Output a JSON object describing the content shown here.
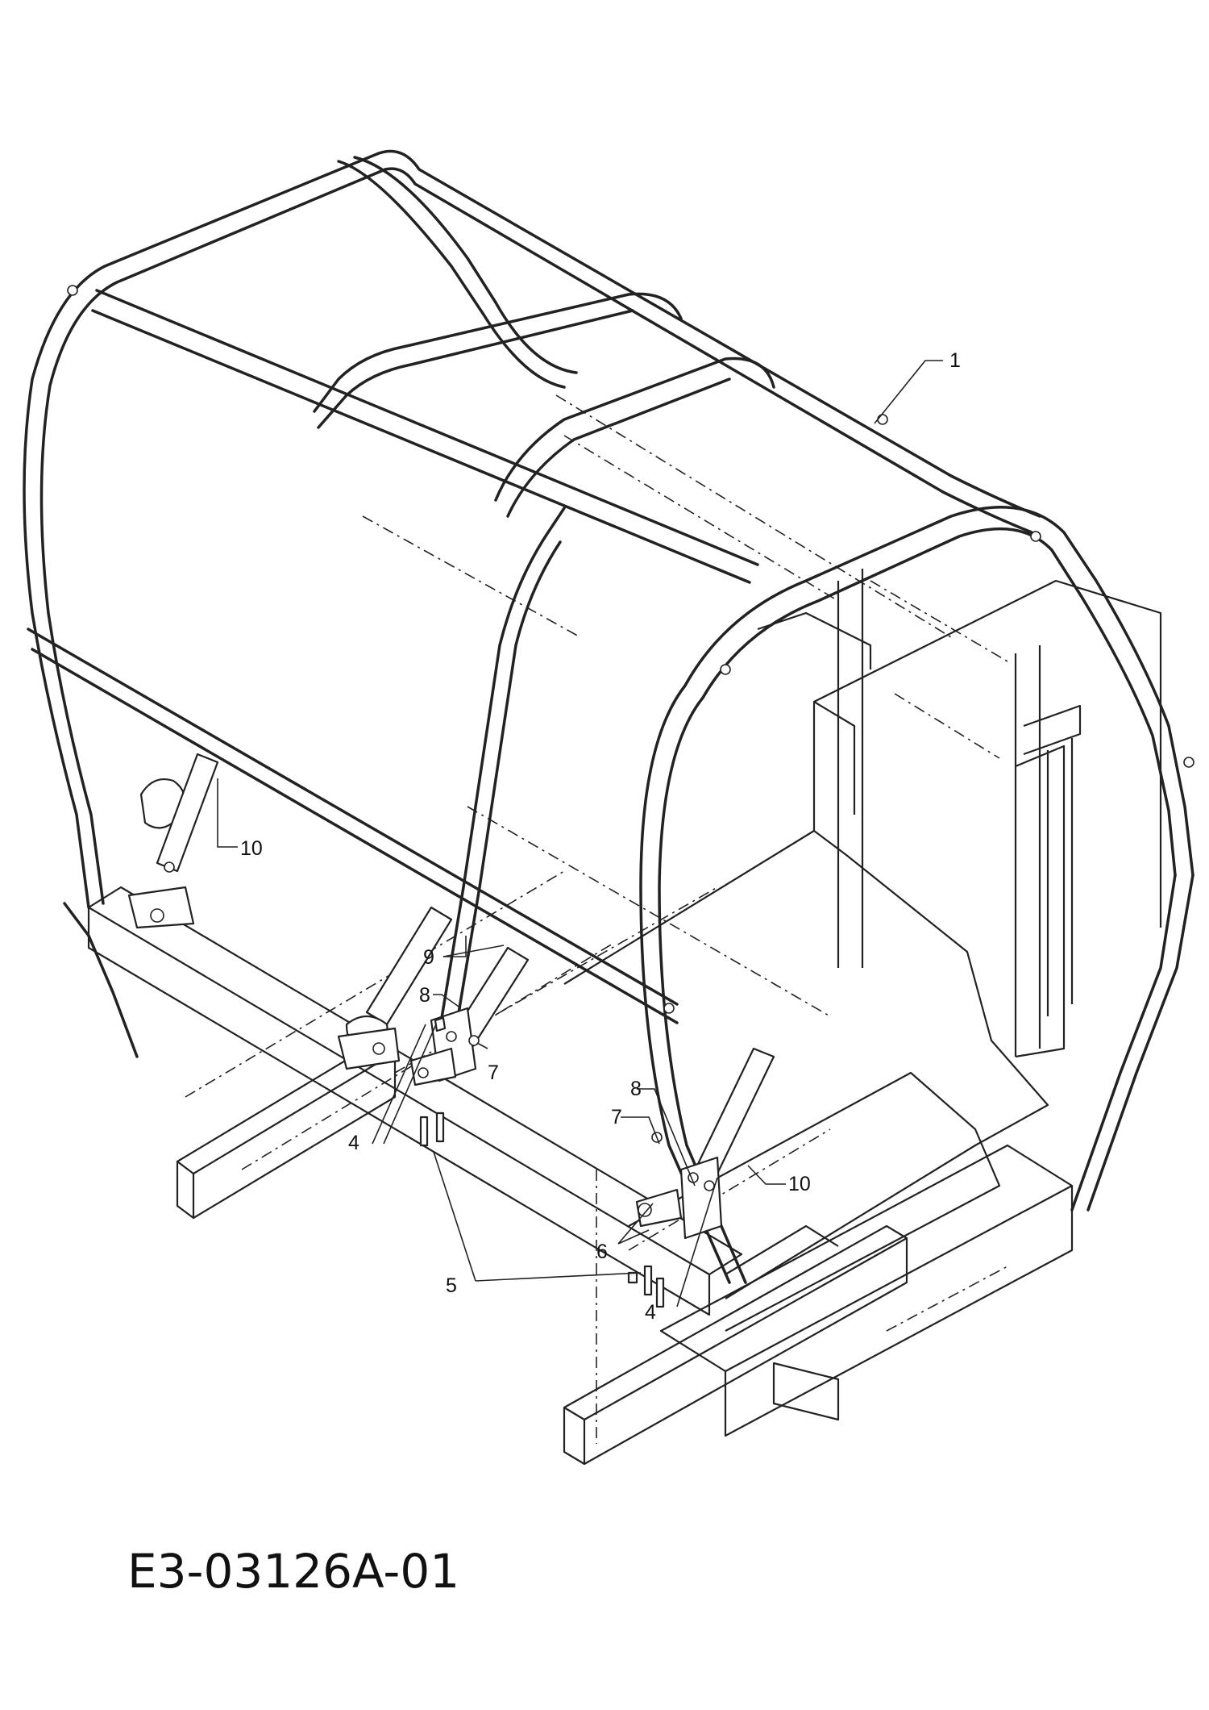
{
  "diagram": {
    "drawing_code": "E3-03126A-01",
    "callouts": {
      "c1": "1",
      "c4a": "4",
      "c4b": "4",
      "c5": "5",
      "c6": "6",
      "c7a": "7",
      "c7b": "7",
      "c8a": "8",
      "c8b": "8",
      "c9": "9",
      "c10a": "10",
      "c10b": "10"
    }
  }
}
